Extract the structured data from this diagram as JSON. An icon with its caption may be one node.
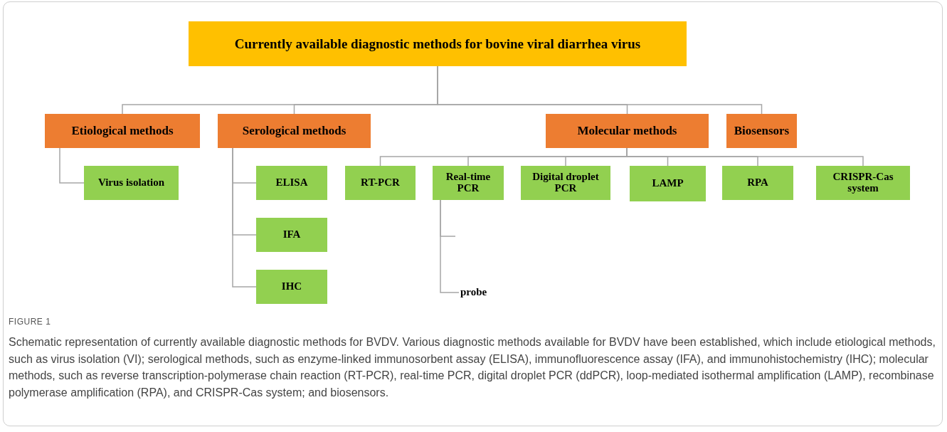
{
  "diagram": {
    "caption": "Schematic representation of currently available diagnostic methods for BVDV. Various diagnostic methods available for BVDV have been established, which include etiological methods, such as virus isolation (VI); serological methods, such as enzyme-linked immunosorbent assay (ELISA), immunofluorescence assay (IFA), and immunohistochemistry (IHC); molecular methods, such as reverse transcription-polymerase chain reaction (RT-PCR), real-time PCR, digital droplet PCR (ddPCR), loop-mediated isothermal amplification (LAMP), recombinase polymerase amplification (RPA), and CRISPR-Cas system; and biosensors.",
    "nodes": [
      {
        "text": [
          "Currently available diagnostic methods for bovine viral diarrhea virus"
        ]
      },
      {
        "text": [
          "Etiological methods"
        ]
      },
      {
        "text": [
          "Serological methods"
        ]
      },
      {
        "text": [
          "Molecular methods"
        ]
      },
      {
        "text": [
          "Biosensors"
        ]
      },
      {
        "text": [
          "Virus isolation"
        ]
      },
      {
        "text": [
          "ELISA"
        ]
      },
      {
        "text": [
          "IFA"
        ]
      },
      {
        "text": [
          "IHC"
        ]
      },
      {
        "text": [
          "RT-PCR"
        ]
      },
      {
        "text": [
          "Real-time PCR"
        ]
      },
      {
        "text": [
          "Digital droplet PCR"
        ]
      },
      {
        "text": [
          "LAMP"
        ]
      },
      {
        "text": [
          "RPA"
        ]
      },
      {
        "text": [
          "CRISPR-Cas system"
        ]
      },
      {
        "text": [
          "probe"
        ]
      }
    ],
    "edges": [
      {
        "from": 0,
        "to": 1,
        "arrow": "none"
      },
      {
        "from": 0,
        "to": 2,
        "arrow": "none"
      },
      {
        "from": 0,
        "to": 3,
        "arrow": "none"
      },
      {
        "from": 0,
        "to": 4,
        "arrow": "none"
      },
      {
        "from": 1,
        "to": 5,
        "arrow": "none"
      },
      {
        "from": 2,
        "to": 6,
        "arrow": "none"
      },
      {
        "from": 2,
        "to": 7,
        "arrow": "none"
      },
      {
        "from": 2,
        "to": 8,
        "arrow": "none"
      },
      {
        "from": 3,
        "to": 9,
        "arrow": "none"
      },
      {
        "from": 3,
        "to": 10,
        "arrow": "none"
      },
      {
        "from": 3,
        "to": 11,
        "arrow": "none"
      },
      {
        "from": 3,
        "to": 12,
        "arrow": "none"
      },
      {
        "from": 3,
        "to": 13,
        "arrow": "none"
      },
      {
        "from": 3,
        "to": 14,
        "arrow": "none"
      },
      {
        "from": 10,
        "to": null,
        "arrow": "none"
      },
      {
        "from": 10,
        "to": 15,
        "arrow": "none"
      }
    ],
    "labels": [
      "FIGURE 1"
    ]
  }
}
